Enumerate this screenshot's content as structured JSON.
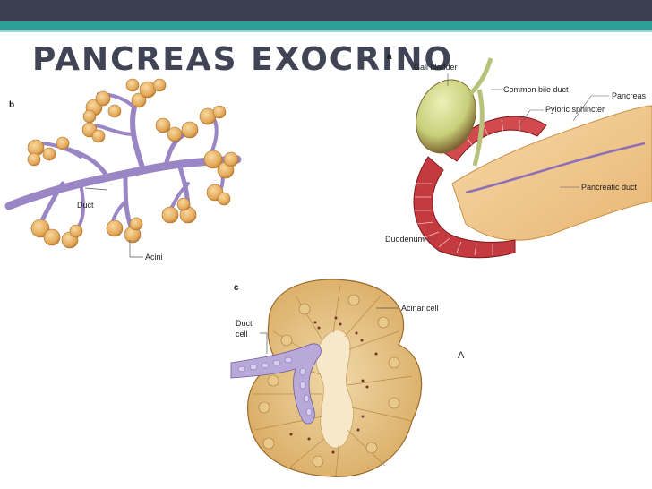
{
  "slide": {
    "title": "PANCREAS EXOCRINO",
    "colors": {
      "topbar": "#3b3f4f",
      "accent": "#2a9e97"
    }
  },
  "panel_a": {
    "letter": "a",
    "labels": {
      "gallbladder": "Gall bladder",
      "common_bile_duct": "Common bile duct",
      "pancreas": "Pancreas",
      "pyloric_sphincter": "Pyloric sphincter",
      "pancreatic_duct": "Pancreatic duct",
      "duodenum": "Duodenum"
    }
  },
  "panel_b": {
    "letter": "b",
    "labels": {
      "duct": "Duct",
      "acini": "Acini"
    }
  },
  "panel_c": {
    "letter": "c",
    "labels": {
      "duct_cell_1": "Duct",
      "duct_cell_2": "cell",
      "acinar_cell": "Acinar cell",
      "a_marker": "A"
    }
  }
}
